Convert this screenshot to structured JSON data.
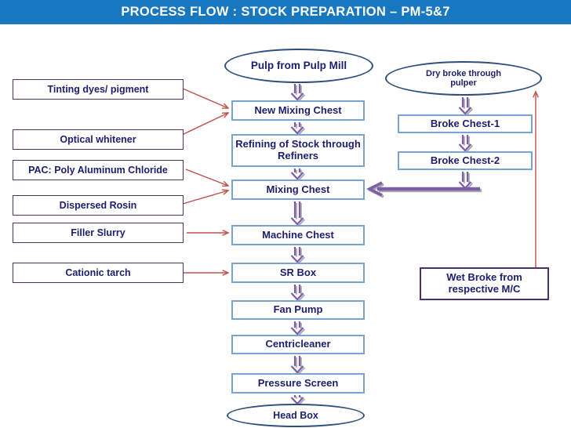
{
  "header": {
    "title": "PROCESS FLOW : STOCK PREPARATION – PM-5&7"
  },
  "main_flow": {
    "source_label": "Pulp from Pulp Mill",
    "steps": [
      {
        "label": "New Mixing Chest"
      },
      {
        "label": "Refining of Stock through Refiners"
      },
      {
        "label": "Mixing Chest"
      },
      {
        "label": "Machine Chest"
      },
      {
        "label": "SR Box"
      },
      {
        "label": "Fan Pump"
      },
      {
        "label": "Centricleaner"
      },
      {
        "label": "Pressure Screen"
      }
    ],
    "sink_label": "Head Box"
  },
  "additive_inputs": [
    {
      "label": "Tinting dyes/ pigment",
      "feeds": "New Mixing Chest"
    },
    {
      "label": "Optical whitener",
      "feeds": "New Mixing Chest"
    },
    {
      "label": "PAC: Poly Aluminum Chloride",
      "feeds": "Mixing Chest"
    },
    {
      "label": "Dispersed Rosin",
      "feeds": "Mixing Chest"
    },
    {
      "label": "Filler Slurry",
      "feeds": "Machine Chest"
    },
    {
      "label": "Cationic tarch",
      "feeds": "SR Box"
    }
  ],
  "broke_flow": {
    "source_label": "Dry broke through pulper",
    "steps": [
      {
        "label": "Broke Chest-1"
      },
      {
        "label": "Broke Chest-2"
      }
    ],
    "joins": "Mixing Chest",
    "wet_broke_label": "Wet Broke from respective M/C",
    "wet_broke_feeds": "Dry broke through pulper"
  },
  "colors": {
    "header_bg": "#1878BF",
    "text_navy": "#1E1E6E",
    "process_border": "#7AA3D4",
    "additive_border": "#4A3166",
    "ellipse_border": "#2E4E7C",
    "flow_arrow": "#7C5FA4",
    "flow_arrow_shadow": "#AFA7B5",
    "additive_arrow": "#C0504D"
  }
}
